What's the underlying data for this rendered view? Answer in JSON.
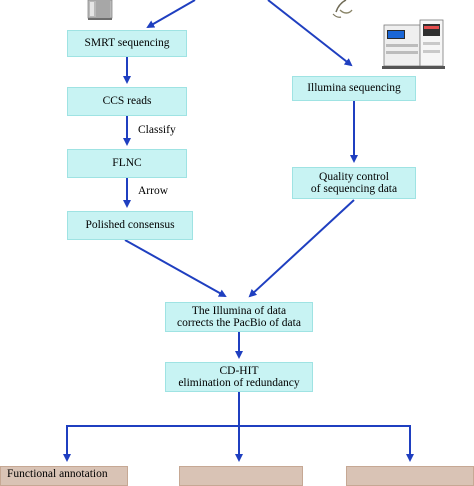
{
  "diagram": {
    "nodes": {
      "smrt_sequencing": "SMRT sequencing",
      "ccs_reads": "CCS reads",
      "flnc": "FLNC",
      "polished_consensus": "Polished consensus",
      "illumina_sequencing": "Illumina sequencing",
      "quality_control": "Quality control\nof sequencing data",
      "illumina_corrects": "The Illumina of data\ncorrects the PacBio of data",
      "cd_hit": "CD-HIT\nelimination of redundancy",
      "functional_annotation": "Functional annotation"
    },
    "edge_labels": {
      "classify": "Classify",
      "arrow": "Arrow"
    },
    "colors": {
      "process_box": "#c8f3f3",
      "output_box": "#d9c3b5",
      "arrow": "#1f3fc0"
    },
    "icons": [
      "pacbio-sequencer-icon",
      "plant-sample-icon",
      "illumina-sequencer-icon"
    ]
  }
}
